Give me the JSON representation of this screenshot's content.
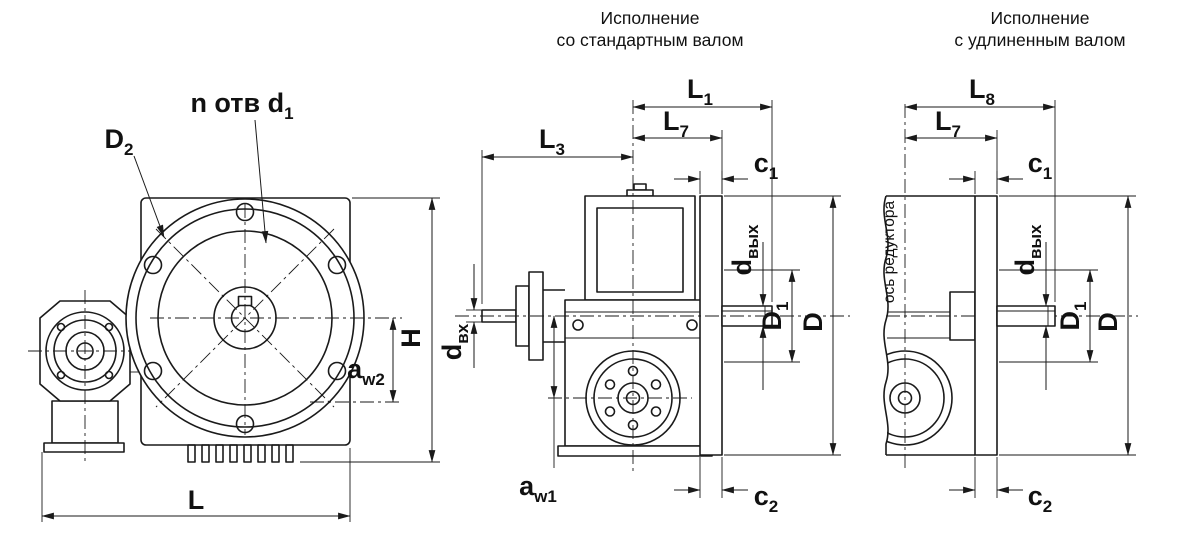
{
  "headers": {
    "standard": {
      "line1": "Исполнение",
      "line2": "со стандартным валом"
    },
    "extended": {
      "line1": "Исполнение",
      "line2": "с удлиненным валом"
    }
  },
  "front_view": {
    "labels": {
      "holes": {
        "base": "n отв d",
        "sub": "1"
      },
      "D2": {
        "base": "D",
        "sub": "2"
      },
      "aw2": {
        "base": "a",
        "sub": "w2"
      },
      "H": {
        "base": "H"
      },
      "L": {
        "base": "L"
      }
    }
  },
  "standard_view": {
    "labels": {
      "L3": {
        "base": "L",
        "sub": "3"
      },
      "L1": {
        "base": "L",
        "sub": "1"
      },
      "L7": {
        "base": "L",
        "sub": "7"
      },
      "c1": {
        "base": "c",
        "sub": "1"
      },
      "d_in": {
        "base": "d",
        "sub": "вх"
      },
      "d_out": {
        "base": "d",
        "sub": "вых"
      },
      "D1": {
        "base": "D",
        "sub": "1"
      },
      "D": {
        "base": "D"
      },
      "aw1": {
        "base": "a",
        "sub": "w1"
      },
      "c2": {
        "base": "c",
        "sub": "2"
      }
    }
  },
  "extended_view": {
    "labels": {
      "L8": {
        "base": "L",
        "sub": "8"
      },
      "L7": {
        "base": "L",
        "sub": "7"
      },
      "c1": {
        "base": "c",
        "sub": "1"
      },
      "axis": "ось редуктора",
      "d_out": {
        "base": "d",
        "sub": "вых"
      },
      "D1": {
        "base": "D",
        "sub": "1"
      },
      "D": {
        "base": "D"
      },
      "c2": {
        "base": "c",
        "sub": "2"
      }
    }
  },
  "colors": {
    "line": "#1a1a1a",
    "background": "#ffffff"
  }
}
